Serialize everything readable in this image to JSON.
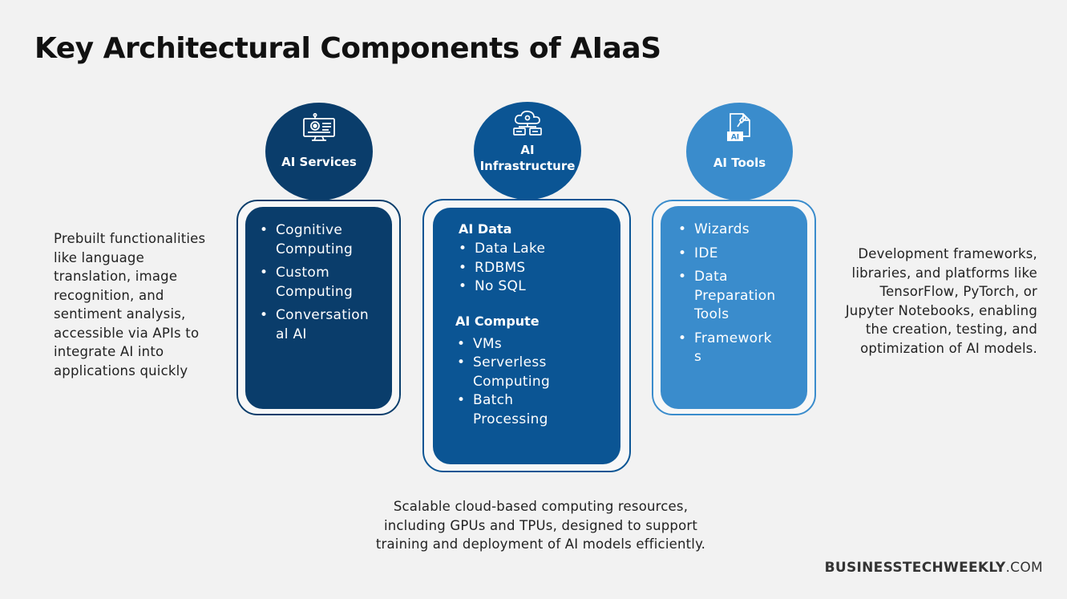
{
  "title": "Key Architectural Components of AIaaS",
  "columns": [
    {
      "label": "AI Services",
      "icon": "monitor-ai-icon",
      "color": "#0a3d6b",
      "items": [
        "Cognitive Computing",
        "Custom Computing",
        "Conversation al AI"
      ],
      "description": "Prebuilt functionalities like language translation, image recognition, and sentiment analysis, accessible via APIs to integrate AI into applications quickly"
    },
    {
      "label_line1": "AI",
      "label_line2": "Infrastructure",
      "icon": "cloud-server-icon",
      "color": "#0b5594",
      "section1_title": "AI Data",
      "section1_items": [
        "Data Lake",
        "RDBMS",
        "No SQL"
      ],
      "section2_title": "AI Compute",
      "section2_items": [
        "VMs",
        "Serverless Computing",
        "Batch Processing"
      ],
      "description": "Scalable cloud-based computing resources, including GPUs and TPUs, designed to support training and deployment of AI models efficiently."
    },
    {
      "label": "AI Tools",
      "icon": "ai-document-icon",
      "icon_text": "AI",
      "color": "#3a8ccc",
      "items": [
        "Wizards",
        "IDE",
        "Data Preparation Tools",
        "Framework s"
      ],
      "description": "Development frameworks, libraries, and platforms like TensorFlow, PyTorch, or Jupyter Notebooks, enabling the creation, testing, and optimization of AI models."
    }
  ],
  "footer": {
    "brand_bold": "BUSINESSTECHWEEKLY",
    "brand_suffix": ".COM"
  }
}
